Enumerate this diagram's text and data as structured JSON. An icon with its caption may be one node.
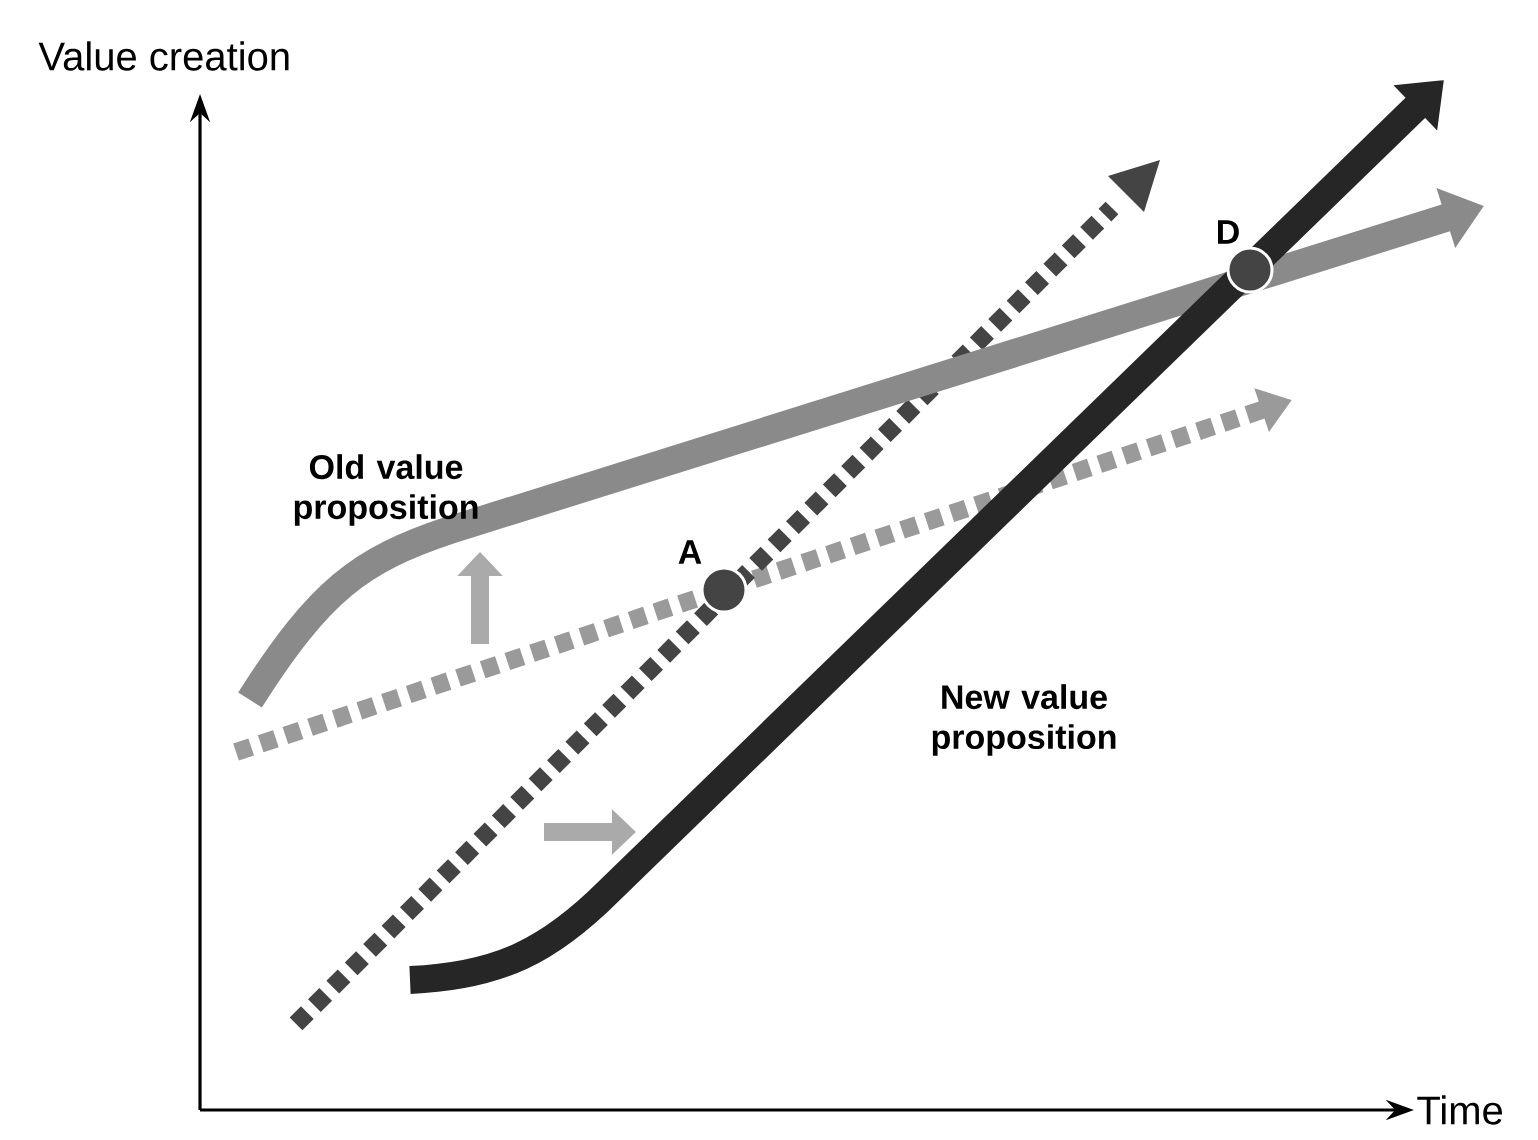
{
  "diagram": {
    "labels": [
      "Value creation",
      "Old value proposition",
      "A",
      "D",
      "New value proposition",
      "Time"
    ]
  }
}
